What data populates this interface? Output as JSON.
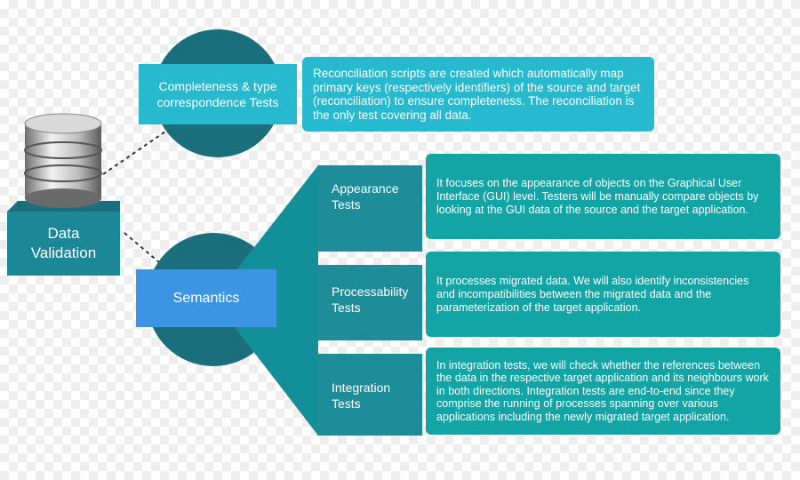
{
  "colors": {
    "teal_dark": "#1b6f7d",
    "teal_mid": "#138f9a",
    "cyan": "#27b9cd",
    "teal_box": "#13a5a6",
    "blue": "#3c95e2"
  },
  "icon": "database-icon",
  "root": {
    "label_line1": "Data",
    "label_line2": "Validation"
  },
  "completeness": {
    "label": "Completeness & type correspondence Tests",
    "description": "Reconciliation scripts are created which automatically map primary keys (respectively identifiers) of the source and target (reconciliation) to ensure completeness. The reconciliation is the only test covering all data."
  },
  "semantics": {
    "label": "Semantics",
    "items": [
      {
        "label": "Appearance Tests",
        "description": "It focuses on the appearance of objects on the Graphical User Interface (GUI) level. Testers will be manually compare objects by looking at the GUI data of the source and the target application."
      },
      {
        "label": "Processability Tests",
        "description": "It processes migrated data. We will also identify inconsistencies and incompatibilities between the migrated data and the parameterization of the target application."
      },
      {
        "label": "Integration Tests",
        "description": "In integration tests, we will check whether the references between the data in the respective target application and its neighbours work in both directions. Integration tests are end-to-end since they comprise the running of processes spanning over various applications including the newly migrated target application."
      }
    ]
  }
}
